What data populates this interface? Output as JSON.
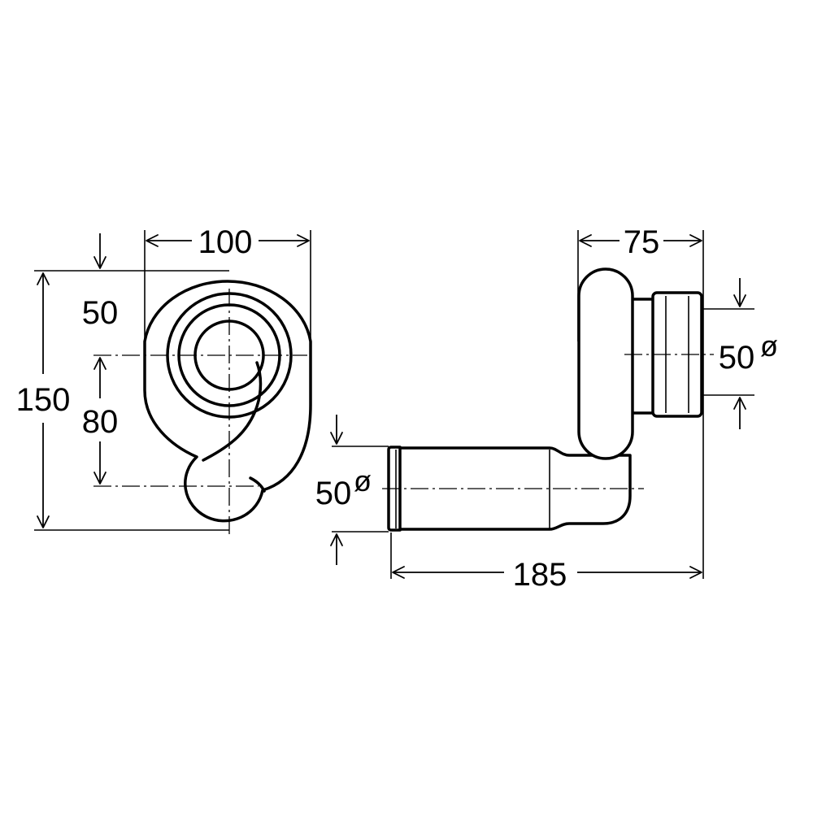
{
  "front_view": {
    "width_label": "100",
    "height_label": "150",
    "top_offset_label": "50",
    "center_distance_label": "80"
  },
  "side_view": {
    "depth_label": "75",
    "length_label": "185",
    "outlet_diameter_label": "50",
    "inlet_diameter_label": "50",
    "diameter_symbol": "ø"
  }
}
